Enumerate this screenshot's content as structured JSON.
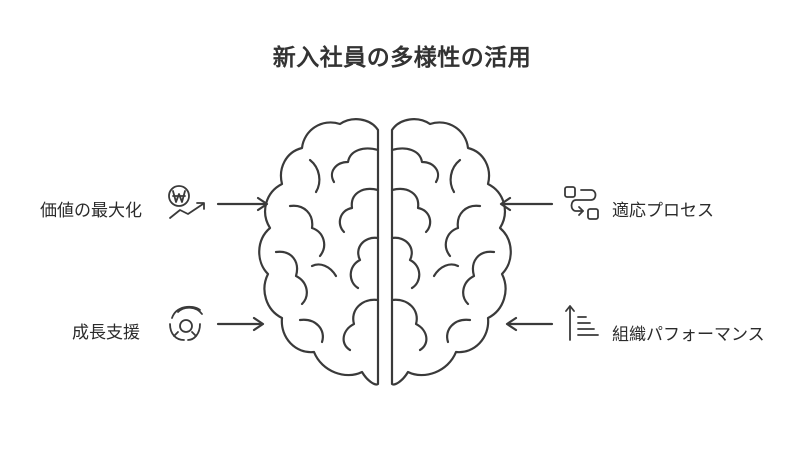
{
  "title": "新入社員の多様性の活用",
  "left_items": [
    {
      "label": "価値の最大化",
      "icon": "value-coin-icon"
    },
    {
      "label": "成長支援",
      "icon": "growth-support-hands-icon"
    }
  ],
  "right_items": [
    {
      "label": "適応プロセス",
      "icon": "process-flow-icon"
    },
    {
      "label": "組織パフォーマンス",
      "icon": "performance-list-icon"
    }
  ],
  "center_icon": "brain-icon",
  "colors": {
    "stroke": "#3a3a3a",
    "text": "#2b2b2b"
  }
}
